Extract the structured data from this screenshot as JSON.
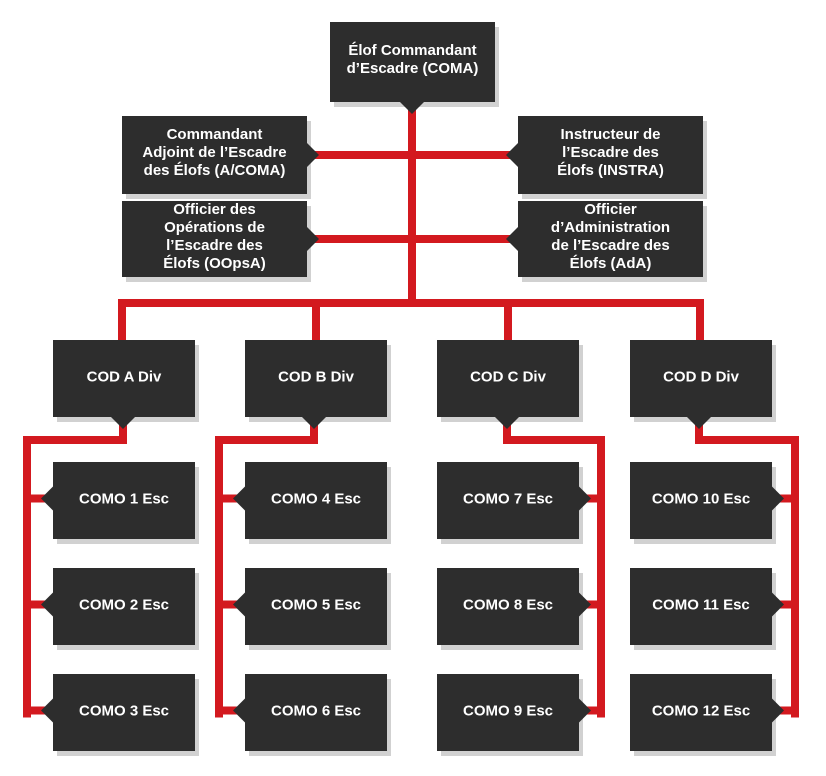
{
  "colors": {
    "box": "#2d2d2d",
    "connector": "#d3191f",
    "text": "#ffffff",
    "background": "#ffffff"
  },
  "org": {
    "commander": {
      "lines": [
        "Élof Commandant",
        "d’Escadre (COMA)"
      ]
    },
    "staff": [
      {
        "id": "a-coma",
        "lines": [
          "Commandant",
          "Adjoint de l’Escadre",
          "des Élofs (A/COMA)"
        ]
      },
      {
        "id": "instra",
        "lines": [
          "Instructeur de",
          "l’Escadre des",
          "Élofs (INSTRA)"
        ]
      },
      {
        "id": "oopsa",
        "lines": [
          "Officier des",
          "Opérations de",
          "l’Escadre des",
          "Élofs (OOpsA)"
        ]
      },
      {
        "id": "ada",
        "lines": [
          "Officier",
          "d’Administration",
          "de l’Escadre des",
          "Élofs (AdA)"
        ]
      }
    ],
    "divisions": [
      {
        "id": "cod-a",
        "label": "COD A Div",
        "squadrons": [
          "COMO 1 Esc",
          "COMO 2 Esc",
          "COMO 3 Esc"
        ]
      },
      {
        "id": "cod-b",
        "label": "COD B Div",
        "squadrons": [
          "COMO 4 Esc",
          "COMO 5 Esc",
          "COMO 6 Esc"
        ]
      },
      {
        "id": "cod-c",
        "label": "COD C Div",
        "squadrons": [
          "COMO 7 Esc",
          "COMO 8 Esc",
          "COMO 9 Esc"
        ]
      },
      {
        "id": "cod-d",
        "label": "COD D Div",
        "squadrons": [
          "COMO 10 Esc",
          "COMO 11 Esc",
          "COMO 12 Esc"
        ]
      }
    ]
  }
}
